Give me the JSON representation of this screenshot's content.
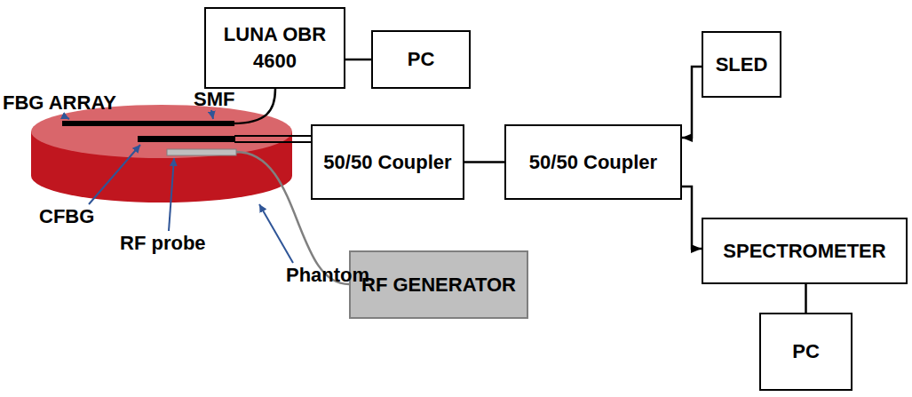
{
  "diagram": {
    "nodes": [
      {
        "text": [
          "LUNA OBR 4600"
        ]
      },
      {
        "text": [
          "PC"
        ]
      },
      {
        "text": [
          "SLED"
        ]
      },
      {
        "text": [
          "50/50 Coupler"
        ]
      },
      {
        "text": [
          "50/50 Coupler"
        ]
      },
      {
        "text": [
          "SPECTROMETER"
        ]
      },
      {
        "text": [
          "RF GENERATOR"
        ]
      },
      {
        "text": [
          "PC"
        ]
      }
    ],
    "edges": [
      {
        "from": 0,
        "to": 1,
        "arrow": "none"
      },
      {
        "from": 3,
        "to": 4,
        "arrow": "none"
      },
      {
        "from": 2,
        "to": 4,
        "arrow": "to"
      },
      {
        "from": 4,
        "to": 5,
        "arrow": "to"
      },
      {
        "from": 5,
        "to": 7,
        "arrow": "none"
      }
    ],
    "labels": [
      "FBG ARRAY",
      "SMF",
      "CFBG",
      "RF probe",
      "Phantom"
    ]
  }
}
